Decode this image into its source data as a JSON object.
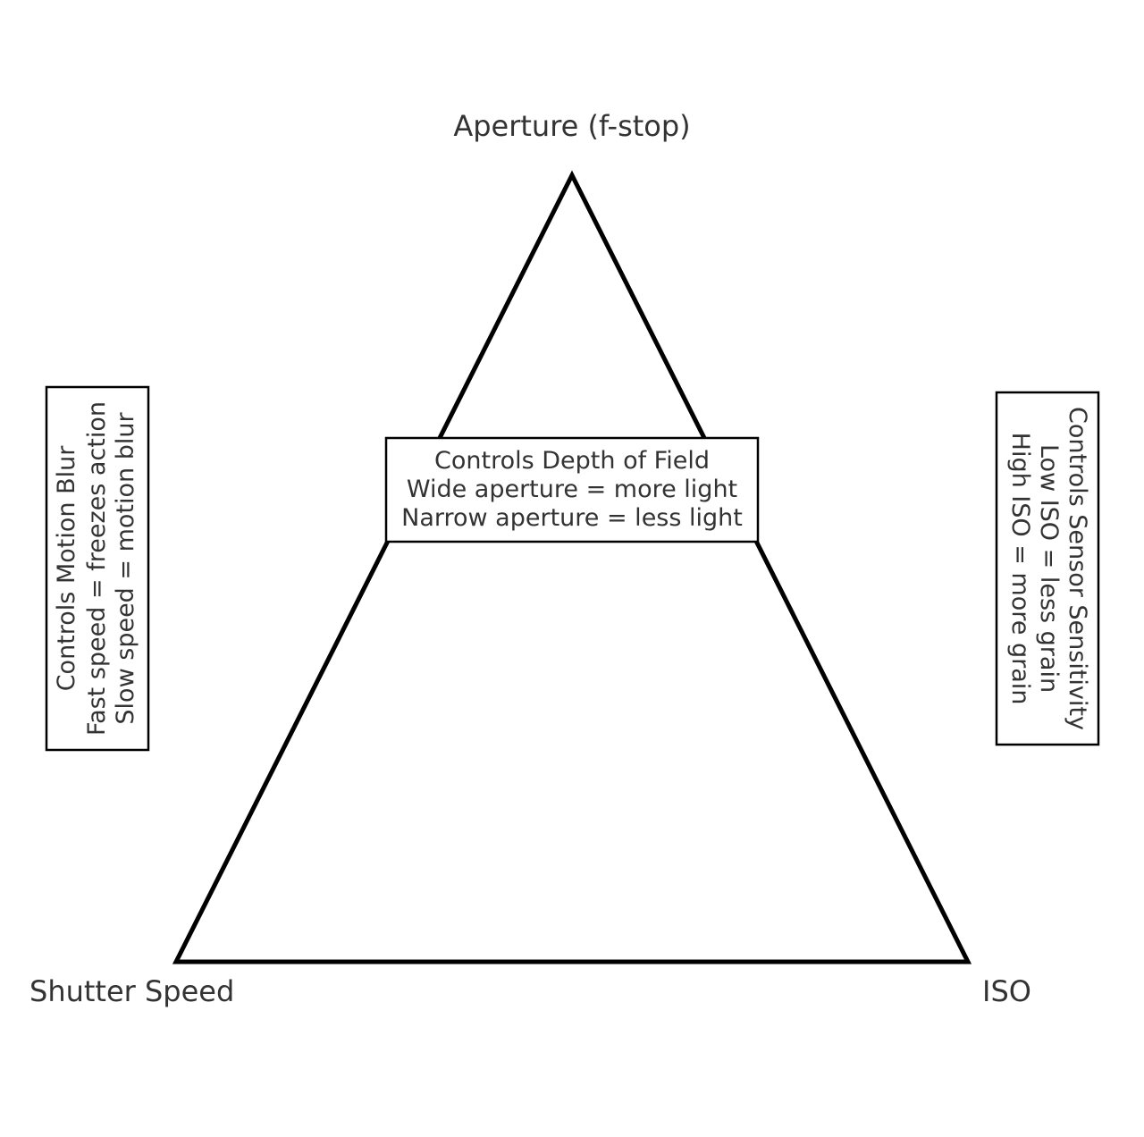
{
  "diagram": {
    "vertices": {
      "top": "Aperture (f-stop)",
      "bottom_left": "Shutter Speed",
      "bottom_right": "ISO"
    },
    "notes": {
      "aperture": [
        "Controls Depth of Field",
        "Wide aperture = more light",
        "Narrow aperture = less light"
      ],
      "shutter": [
        "Controls Motion Blur",
        "Fast speed = freezes action",
        "Slow speed = motion blur"
      ],
      "iso": [
        "Controls Sensor Sensitivity",
        "Low ISO = less grain",
        "High ISO = more grain"
      ]
    },
    "colors": {
      "line": "#000000",
      "text": "#333333",
      "background": "#ffffff"
    }
  }
}
